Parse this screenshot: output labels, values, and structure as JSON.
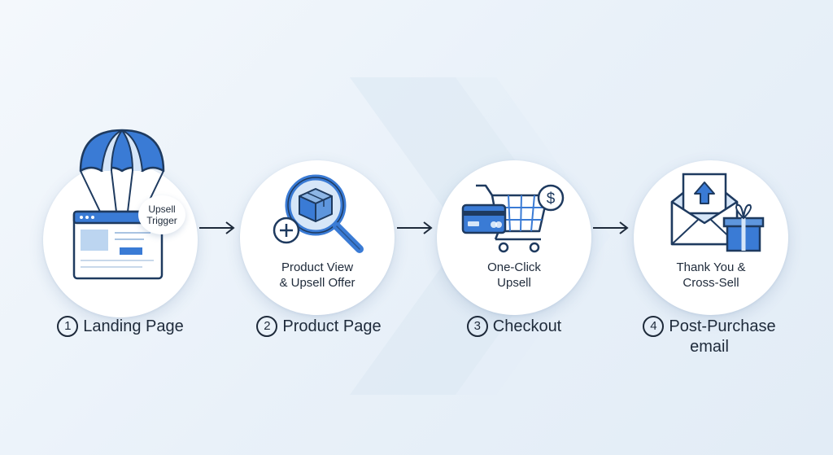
{
  "colors": {
    "accent": "#3a7bd5",
    "accent_light": "#d6e6f8",
    "outline": "#1e3a5f",
    "text": "#1e2a3a"
  },
  "steps": [
    {
      "number": "1",
      "label": "Landing Page",
      "icon": "parachute-browser-icon",
      "badge": {
        "line1": "Upsell",
        "line2": "Trigger"
      }
    },
    {
      "number": "2",
      "label": "Product Page",
      "icon": "magnifier-box-icon",
      "caption": {
        "line1": "Product View",
        "line2": "& Upsell Offer"
      }
    },
    {
      "number": "3",
      "label": "Checkout",
      "icon": "cart-card-dollar-icon",
      "caption": {
        "line1": "One-Click",
        "line2": "Upsell"
      }
    },
    {
      "number": "4",
      "label_line1": "Post-Purchase",
      "label_line2": "email",
      "icon": "envelope-gift-icon",
      "caption": {
        "line1": "Thank You &",
        "line2": "Cross-Sell"
      }
    }
  ]
}
